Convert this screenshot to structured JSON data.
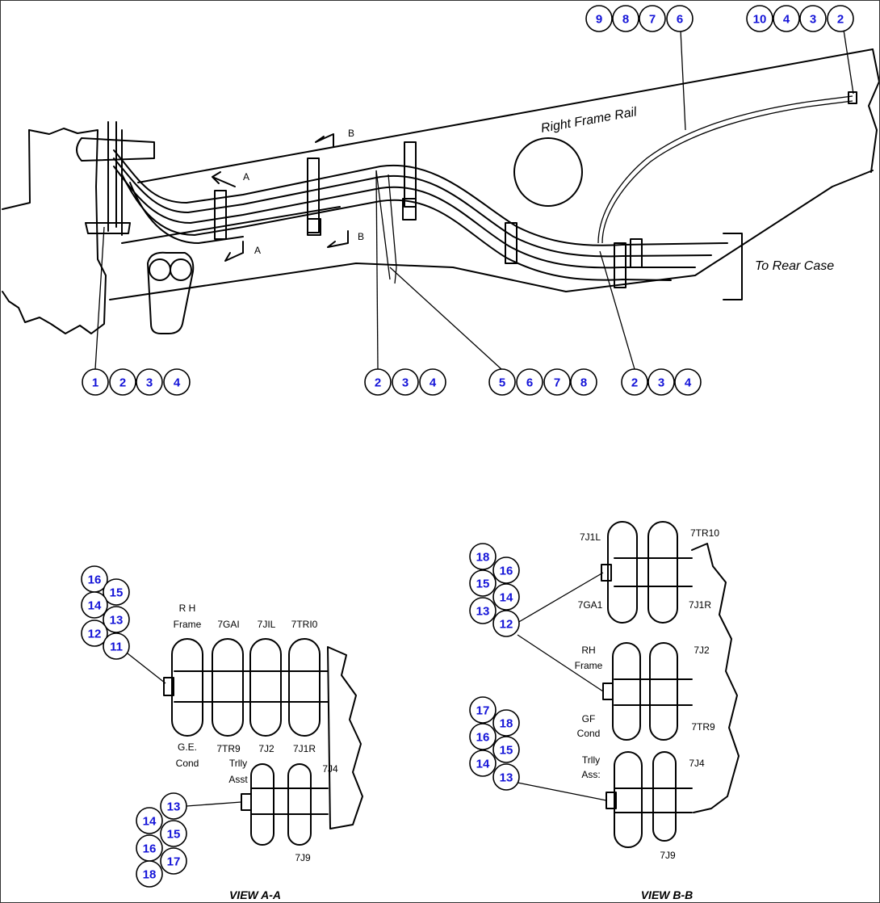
{
  "callouts": [
    {
      "key": "b0",
      "label": "9"
    },
    {
      "key": "b1",
      "label": "8"
    },
    {
      "key": "b2",
      "label": "7"
    },
    {
      "key": "b3",
      "label": "6"
    },
    {
      "key": "b4",
      "label": "10"
    },
    {
      "key": "b5",
      "label": "4"
    },
    {
      "key": "b6",
      "label": "3"
    },
    {
      "key": "b7",
      "label": "2"
    },
    {
      "key": "b8",
      "label": "1"
    },
    {
      "key": "b9",
      "label": "2"
    },
    {
      "key": "b10",
      "label": "3"
    },
    {
      "key": "b11",
      "label": "4"
    },
    {
      "key": "b12",
      "label": "2"
    },
    {
      "key": "b13",
      "label": "3"
    },
    {
      "key": "b14",
      "label": "4"
    },
    {
      "key": "b15",
      "label": "5"
    },
    {
      "key": "b16",
      "label": "6"
    },
    {
      "key": "b17",
      "label": "7"
    },
    {
      "key": "b18",
      "label": "8"
    },
    {
      "key": "b19",
      "label": "2"
    },
    {
      "key": "b20",
      "label": "3"
    },
    {
      "key": "b21",
      "label": "4"
    },
    {
      "key": "b22",
      "label": "16"
    },
    {
      "key": "b23",
      "label": "15"
    },
    {
      "key": "b24",
      "label": "14"
    },
    {
      "key": "b25",
      "label": "13"
    },
    {
      "key": "b26",
      "label": "12"
    },
    {
      "key": "b27",
      "label": "11"
    },
    {
      "key": "b28",
      "label": "13"
    },
    {
      "key": "b29",
      "label": "14"
    },
    {
      "key": "b30",
      "label": "15"
    },
    {
      "key": "b31",
      "label": "16"
    },
    {
      "key": "b32",
      "label": "17"
    },
    {
      "key": "b33",
      "label": "18"
    },
    {
      "key": "b34",
      "label": "18"
    },
    {
      "key": "b35",
      "label": "16"
    },
    {
      "key": "b36",
      "label": "15"
    },
    {
      "key": "b37",
      "label": "14"
    },
    {
      "key": "b38",
      "label": "13"
    },
    {
      "key": "b39",
      "label": "12"
    },
    {
      "key": "b40",
      "label": "17"
    },
    {
      "key": "b41",
      "label": "18"
    },
    {
      "key": "b42",
      "label": "16"
    },
    {
      "key": "b43",
      "label": "15"
    },
    {
      "key": "b44",
      "label": "14"
    },
    {
      "key": "b45",
      "label": "13"
    }
  ],
  "labels": {
    "right_frame_rail": "Right Frame Rail",
    "to_rear_case": "To Rear Case",
    "section_a": "A",
    "section_b": "B",
    "view_aa": "VIEW A-A",
    "view_bb": "VIEW B-B",
    "aa_rh": "R H",
    "aa_frame": "Frame",
    "aa_7ga1": "7GAI",
    "aa_7j1l": "7JIL",
    "aa_7tr10": "7TRI0",
    "aa_ge": "G.E.",
    "aa_cond": "Cond",
    "aa_7tr9": "7TR9",
    "aa_7j2": "7J2",
    "aa_7j1r": "7J1R",
    "aa_trlly": "Trlly",
    "aa_asst": "Asst",
    "aa_7j4": "7J4",
    "aa_7j9": "7J9",
    "bb_7j1l": "7J1L",
    "bb_7tr10": "7TR10",
    "bb_7ga1": "7GA1",
    "bb_7j1r": "7J1R",
    "bb_rh": "RH",
    "bb_frame": "Frame",
    "bb_7j2": "7J2",
    "bb_gf": "GF",
    "bb_cond": "Cond",
    "bb_7tr9": "7TR9",
    "bb_trlly": "Trlly",
    "bb_assy": "Ass:",
    "bb_7j4": "7J4",
    "bb_7j9": "7J9"
  }
}
